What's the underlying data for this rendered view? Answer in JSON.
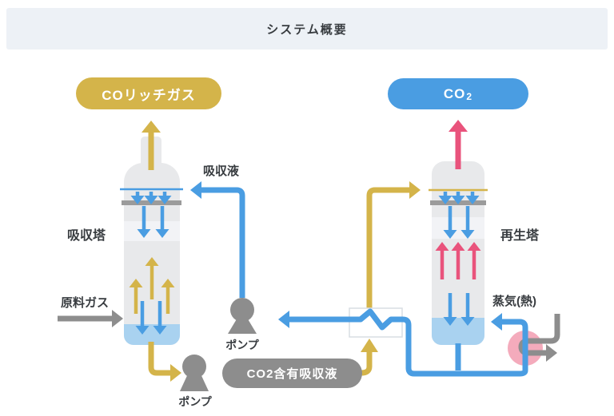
{
  "colors": {
    "gold": "#d4b44a",
    "blue": "#4a9de2",
    "pink": "#e9537c",
    "pink-light": "#f4abbc",
    "gray": "#8d8d8d",
    "band": "#9b9b9b",
    "tower": "#e8e9eb",
    "tower-stripe": "#f2f3f6",
    "liquid": "#a9d2f0",
    "header-bg": "#edf1f6",
    "text": "#383c40",
    "box-border": "#d9dde3"
  },
  "header": {
    "title": "システム概要"
  },
  "pills": {
    "co_rich_gas": "COリッチガス",
    "co2_base": "CO",
    "co2_sub": "2",
    "rich_solvent": "CO2含有吸収液"
  },
  "labels": {
    "absorber": "吸収塔",
    "regenerator": "再生塔",
    "feed_gas": "原料ガス",
    "absorbent": "吸収液",
    "pump_left": "ポンプ",
    "pump_mid": "ポンプ",
    "steam": "蒸気(熱)"
  }
}
